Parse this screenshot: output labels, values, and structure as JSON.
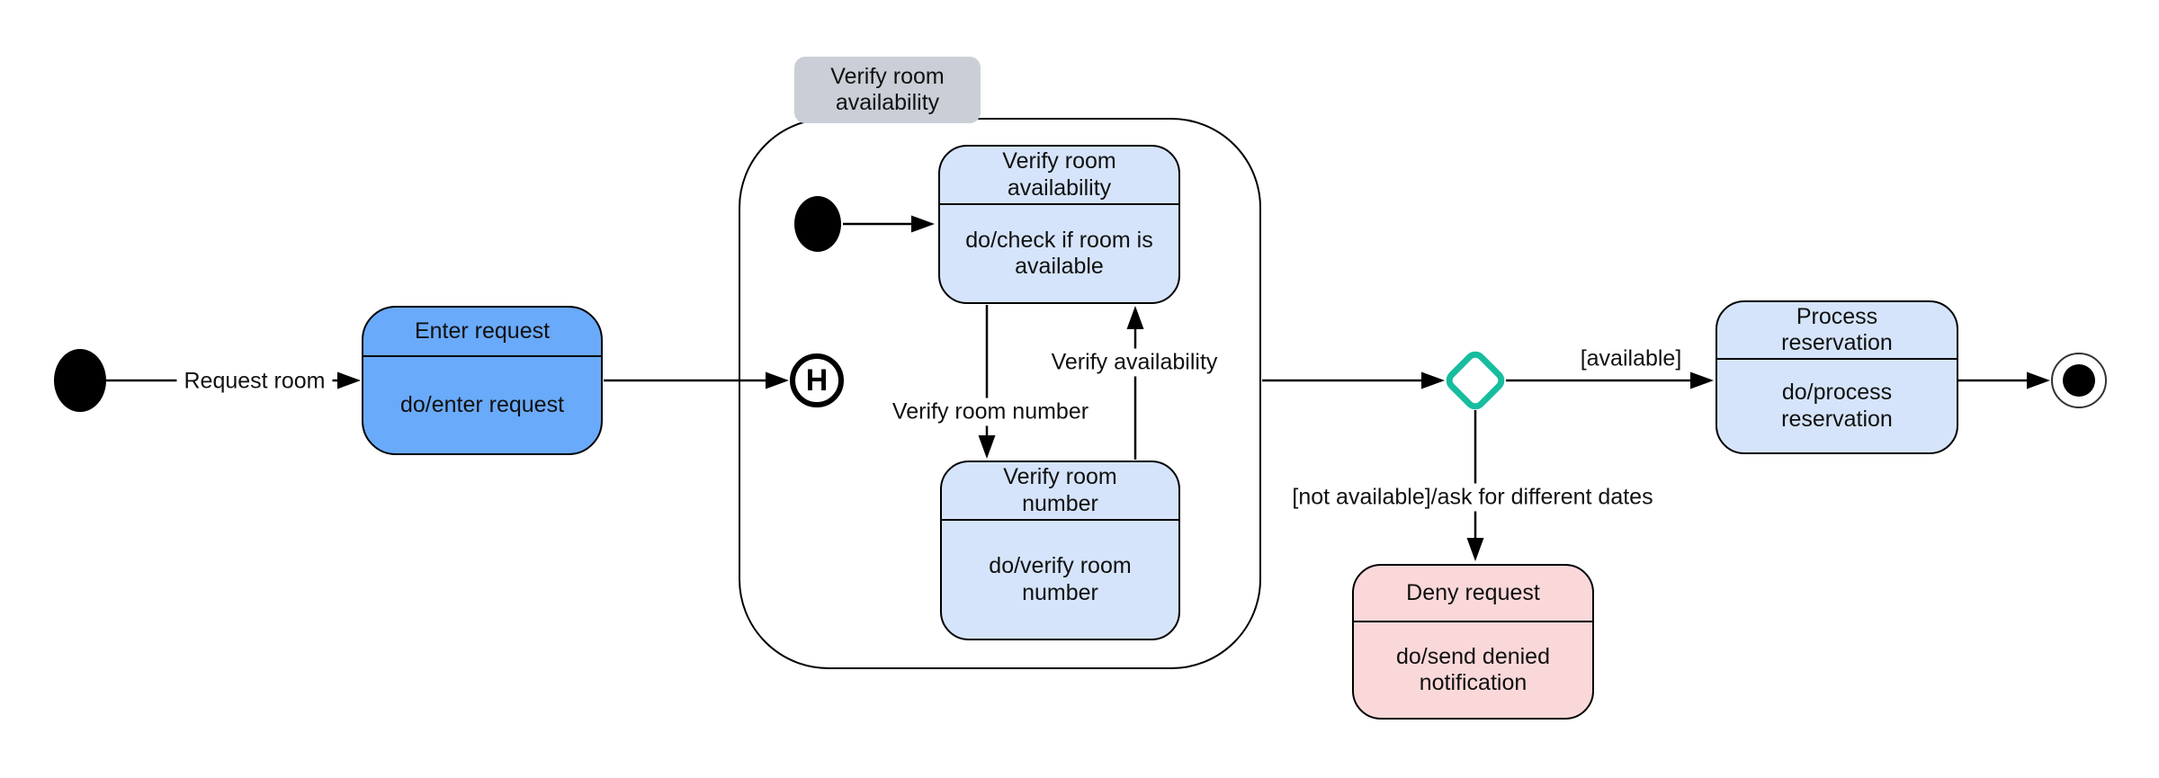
{
  "diagram": {
    "kind": "UML state machine — hotel room reservation",
    "colors": {
      "state_primary_fill": "#6aaafa",
      "state_secondary_fill": "#d5e4fa",
      "state_negative_fill": "#fad8d9",
      "composite_label_bg": "#cacfd7",
      "choice_diamond_stroke": "#17bd9f",
      "line_and_border": "#000000",
      "background": "#ffffff"
    }
  },
  "composite_state": {
    "label": "Verify room availability"
  },
  "states": {
    "enter_request": {
      "title": "Enter request",
      "activity": "do/enter request"
    },
    "verify_room_availability": {
      "title": "Verify room availability",
      "activity": "do/check if room is available"
    },
    "verify_room_number": {
      "title": "Verify room number",
      "activity": "do/verify room number"
    },
    "process_reservation": {
      "title": "Process reservation",
      "activity": "do/process reservation"
    },
    "deny_request": {
      "title": "Deny request",
      "activity": "do/send denied notification"
    }
  },
  "pseudostates": {
    "history": "H"
  },
  "transitions": {
    "request_room": {
      "label": "Request room"
    },
    "verify_room_number": {
      "label": "Verify room number"
    },
    "verify_availability": {
      "label": "Verify availability"
    },
    "available": {
      "label": "[available]"
    },
    "not_available": {
      "label": "[not available]/ask for different dates"
    }
  }
}
